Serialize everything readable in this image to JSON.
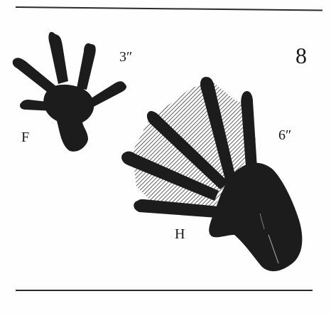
{
  "page_number": "8",
  "prints": [
    {
      "id": "F",
      "label": "F",
      "size": "3″"
    },
    {
      "id": "H",
      "label": "H",
      "size": "6″"
    }
  ],
  "colors": {
    "ink": "#1c1c1c",
    "hatch": "#3a3a3a",
    "paper": "#fefefe"
  }
}
